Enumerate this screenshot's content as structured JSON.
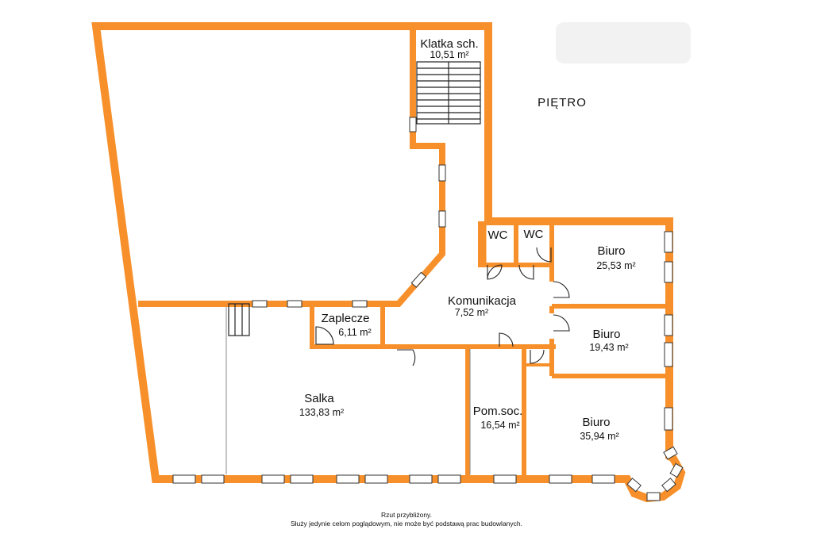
{
  "floor_label": "PIĘTRO",
  "rooms": [
    {
      "name": "Klatka sch.",
      "area": "10,51 m²"
    },
    {
      "name": "WC",
      "area": ""
    },
    {
      "name": "WC",
      "area": ""
    },
    {
      "name": "Biuro",
      "area": "25,53 m²"
    },
    {
      "name": "Komunikacja",
      "area": "7,52 m²"
    },
    {
      "name": "Zaplecze",
      "area": "6,11 m²"
    },
    {
      "name": "Biuro",
      "area": "19,43 m²"
    },
    {
      "name": "Salka",
      "area": "133,83 m²"
    },
    {
      "name": "Pom.soc.",
      "area": "16,54 m²"
    },
    {
      "name": "Biuro",
      "area": "35,94 m²"
    }
  ],
  "footer": {
    "line1": "Rzut przybliżony.",
    "line2": "Służy jedynie celom poglądowym, nie może być podstawą prac budowlanych."
  },
  "colors": {
    "wall": "#f7902a",
    "line": "#222222",
    "window": "#ffffff"
  }
}
